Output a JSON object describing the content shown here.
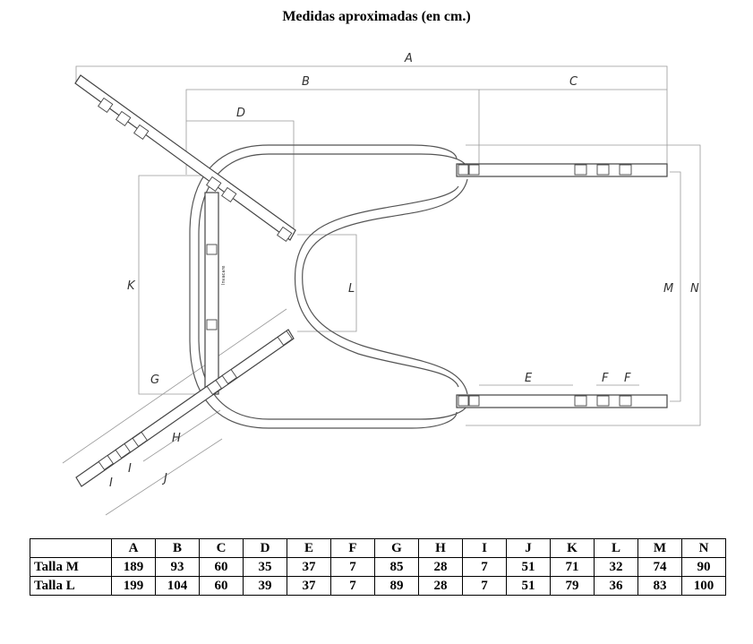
{
  "title": "Medidas aproximadas (en cm.)",
  "diagram": {
    "dimension_labels": [
      "A",
      "B",
      "C",
      "D",
      "E",
      "F",
      "F",
      "G",
      "H",
      "I",
      "I",
      "J",
      "K",
      "L",
      "M",
      "N"
    ],
    "strap_brand_text": "Invacare"
  },
  "table": {
    "headers": [
      "A",
      "B",
      "C",
      "D",
      "E",
      "F",
      "G",
      "H",
      "I",
      "J",
      "K",
      "L",
      "M",
      "N"
    ],
    "rows": [
      {
        "label": "Talla M",
        "values": [
          "189",
          "93",
          "60",
          "35",
          "37",
          "7",
          "85",
          "28",
          "7",
          "51",
          "71",
          "32",
          "74",
          "90"
        ]
      },
      {
        "label": "Talla L",
        "values": [
          "199",
          "104",
          "60",
          "39",
          "37",
          "7",
          "89",
          "28",
          "7",
          "51",
          "79",
          "36",
          "83",
          "100"
        ]
      }
    ]
  }
}
